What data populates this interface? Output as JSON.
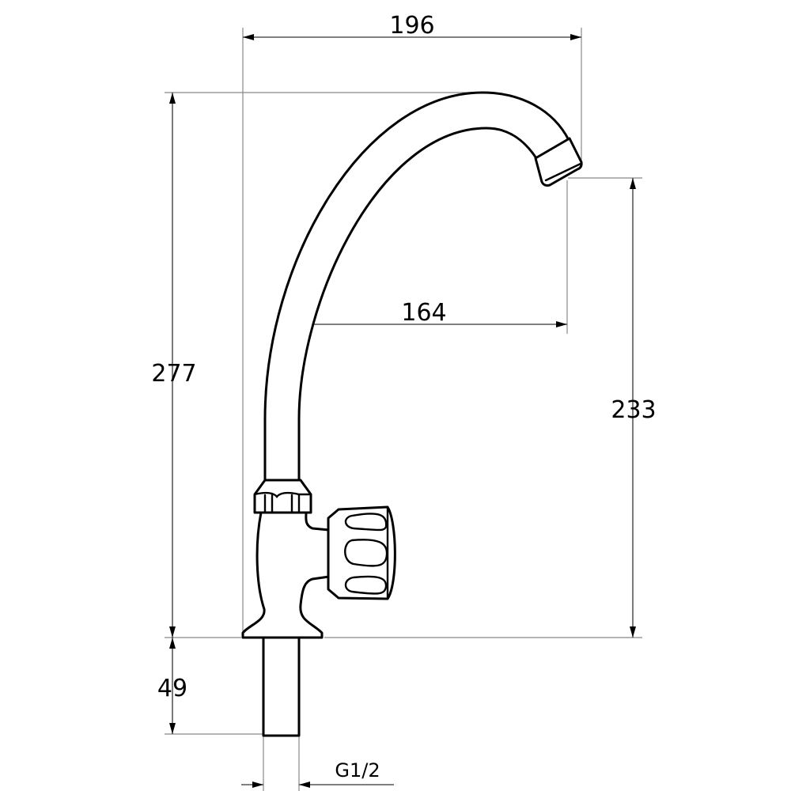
{
  "dimensions": {
    "overall_reach": "196",
    "spout_reach": "164",
    "overall_height": "277",
    "outlet_height": "233",
    "shank_length": "49",
    "thread": "G1/2"
  },
  "colors": {
    "outline": "#000000",
    "dimension_line": "#888888"
  }
}
